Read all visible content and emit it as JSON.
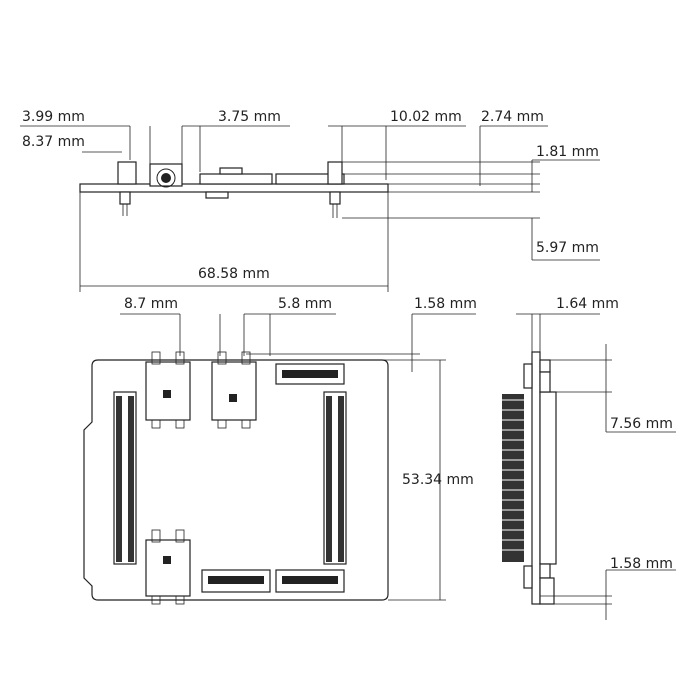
{
  "dimensions": {
    "top_view": {
      "d1": "3.99 mm",
      "d2": "8.37 mm",
      "d3": "3.75 mm",
      "d4": "10.02 mm",
      "d5": "2.74 mm",
      "d6": "1.81 mm",
      "d7": "5.97 mm",
      "d8": "68.58 mm"
    },
    "front_view": {
      "d1": "8.7 mm",
      "d2": "5.8 mm",
      "d3": "1.58 mm",
      "d4": "53.34 mm"
    },
    "side_view": {
      "d1": "1.64 mm",
      "d2": "7.56 mm",
      "d3": "1.58 mm"
    }
  },
  "colors": {
    "line": "#222222",
    "fill": "#ffffff"
  }
}
